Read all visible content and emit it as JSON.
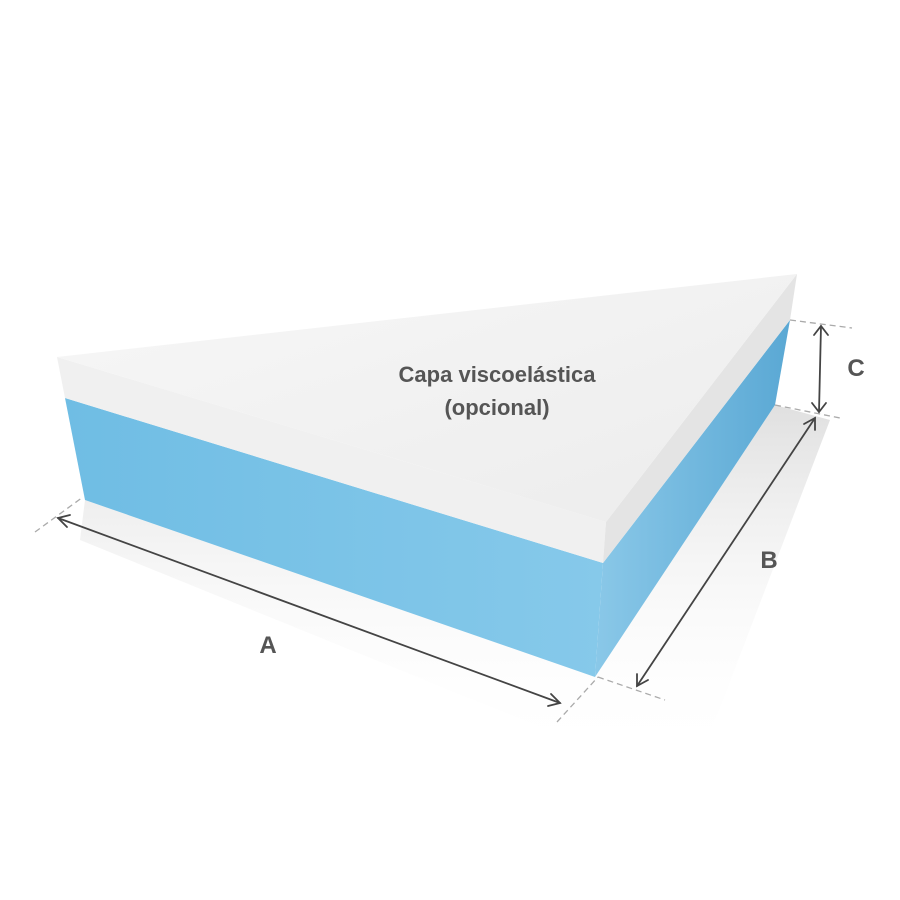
{
  "layer_label": {
    "line1": "Capa viscoelástica",
    "line2": "(opcional)"
  },
  "dimensions": {
    "a": "A",
    "b": "B",
    "c": "C"
  },
  "colors": {
    "foam_blue": "#7cc3e6",
    "memory_white": "#f2f2f2",
    "line": "#444444"
  }
}
